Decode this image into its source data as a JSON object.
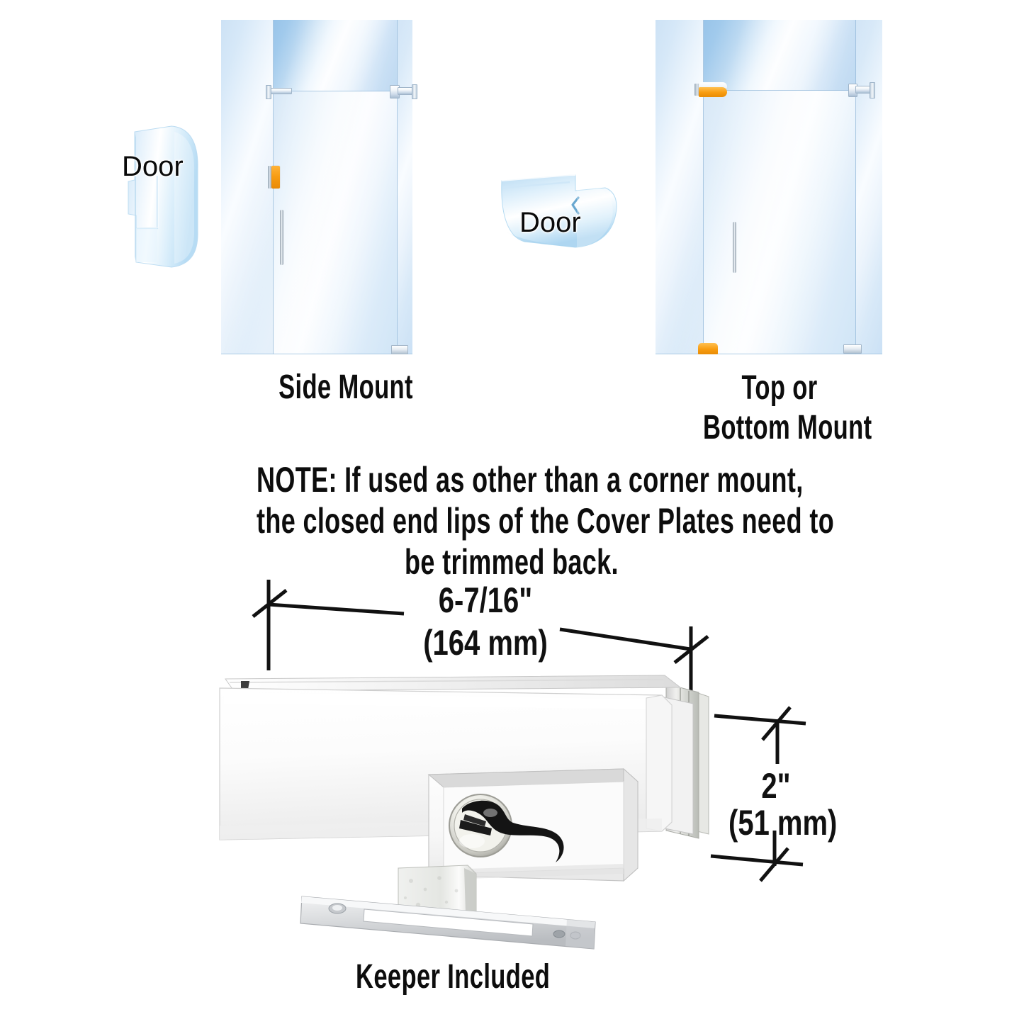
{
  "document": {
    "type": "product-spec-diagram",
    "product": "Glass Door Patch Lock Fitting"
  },
  "diagrams": [
    {
      "id": "side-mount",
      "caption": "Side Mount",
      "door_label": "Door",
      "door_icon": "vertical-door-3d-icon",
      "lock_position": "door-leading-edge-mid-height"
    },
    {
      "id": "top-bottom-mount",
      "caption_line1": "Top or",
      "caption_line2": "Bottom Mount",
      "door_label": "Door",
      "door_icon": "horizontal-door-3d-icon",
      "lock_position": "door-top-and-bottom-edge"
    }
  ],
  "note": {
    "label": "NOTE:",
    "line1": "NOTE: If used as other than a corner mount,",
    "line2": "the closed end lips of the Cover Plates need to",
    "line3": "be trimmed back."
  },
  "dimensions": {
    "width": {
      "imperial": "6-7/16\"",
      "metric": "(164 mm)"
    },
    "height": {
      "imperial": "2\"",
      "metric": "(51 mm)"
    }
  },
  "keeper": {
    "caption": "Keeper Included"
  },
  "colors": {
    "accent_orange": "#f79c12",
    "glass_blue": "#bcd8f0",
    "text_black": "#0d0d0d",
    "metal_white": "#fbfbfb"
  }
}
